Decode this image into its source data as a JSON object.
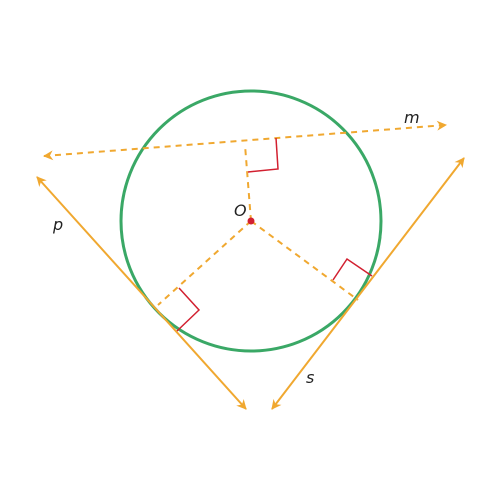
{
  "labels": {
    "center": "O",
    "line_m": "m",
    "line_p": "p",
    "line_s": "s"
  },
  "colors": {
    "circle": "#3aa866",
    "lines": "#f0a830",
    "right_angle": "#d22030",
    "center_dot": "#d22030",
    "text": "#222222"
  }
}
